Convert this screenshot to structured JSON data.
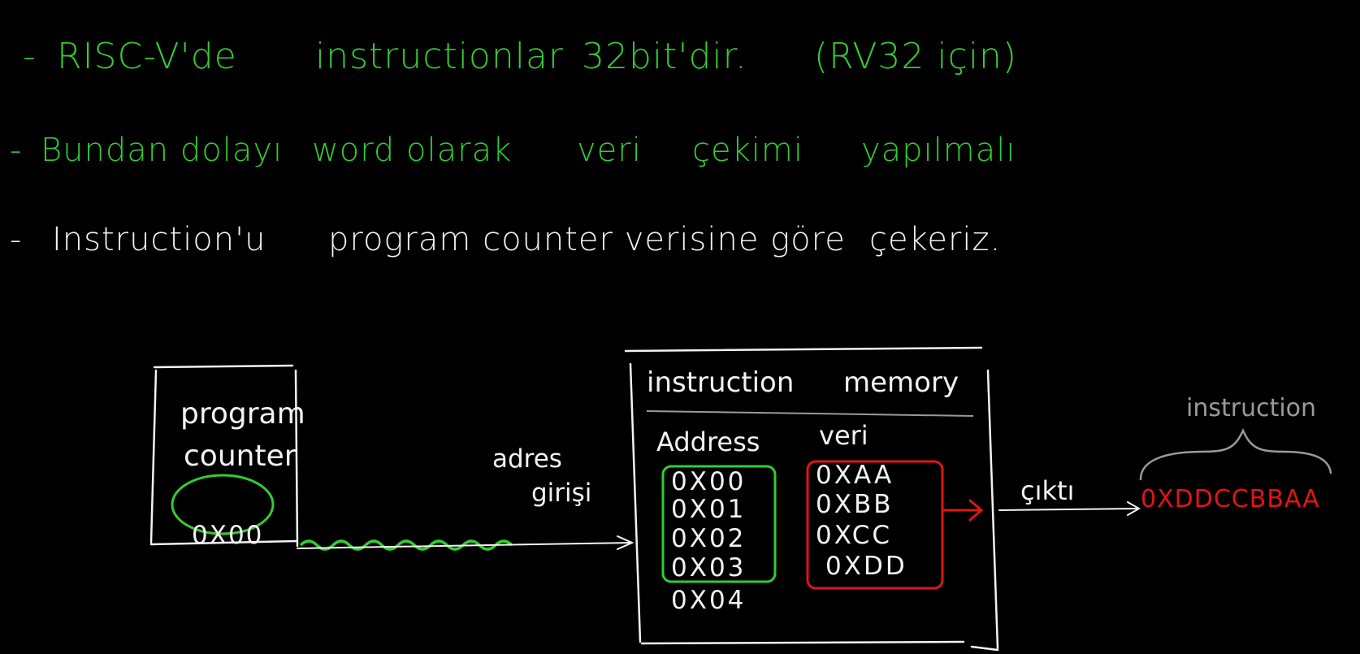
{
  "notes": {
    "line1_bullet": "-",
    "line1_a": "RISC-V'de",
    "line1_b": "instructionlar",
    "line1_c": "32bit'dir.",
    "line1_d": "(RV32 için)",
    "line2_bullet": "-",
    "line2_a": "Bundan dolayı",
    "line2_b": "word olarak",
    "line2_c": "veri",
    "line2_d": "çekimi",
    "line2_e": "yapılmalı",
    "line3_bullet": "-",
    "line3_a": "Instruction'u",
    "line3_b": "program counter verisine göre",
    "line3_c": "çekeriz."
  },
  "program_counter": {
    "title_line1": "program",
    "title_line2": "counter",
    "value": "0X00"
  },
  "address_input_label_line1": "adres",
  "address_input_label_line2": "girişi",
  "instruction_memory": {
    "title_a": "instruction",
    "title_b": "memory",
    "address_header": "Address",
    "data_header": "veri",
    "addresses": [
      "0X00",
      "0X01",
      "0X02",
      "0X03",
      "0X04"
    ],
    "data": [
      "0XAA",
      "0XBB",
      "0XCC",
      "0XDD"
    ]
  },
  "output_label": "çıktı",
  "output_value": "0XDDCCBBAA",
  "brace_label": "instruction",
  "colors": {
    "background": "#000000",
    "green": "#33cc33",
    "white": "#f2f2f2",
    "red": "#e01515",
    "gray": "#9a9a9a"
  }
}
